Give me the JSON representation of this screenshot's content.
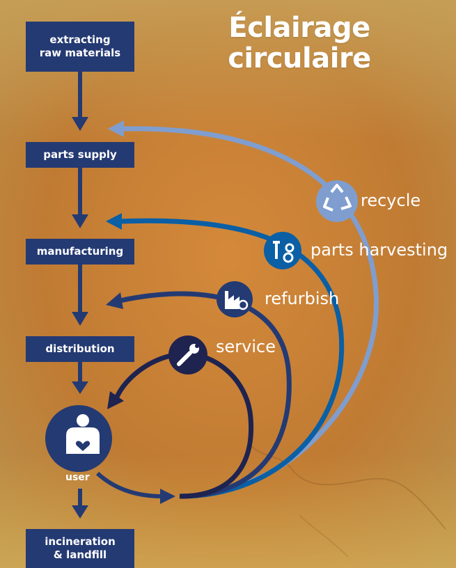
{
  "title": {
    "line1": "Éclairage",
    "line2": "circulaire"
  },
  "stages": {
    "extracting": "extracting raw materials",
    "extracting_line1": "extracting",
    "extracting_line2": "raw materials",
    "parts_supply": "parts supply",
    "manufacturing": "manufacturing",
    "distribution": "distribution",
    "user": "user",
    "incineration_line1": "incineration",
    "incineration_line2": "& landfill"
  },
  "loops": {
    "service": {
      "label": "service",
      "icon": "wrench-icon",
      "color": "#1e2350"
    },
    "refurbish": {
      "label": "refurbish",
      "icon": "factory-refresh-icon",
      "color": "#243a73"
    },
    "parts_harvesting": {
      "label": "parts harvesting",
      "icon": "tools-gear-icon",
      "color": "#0a5fa5"
    },
    "recycle": {
      "label": "recycle",
      "icon": "recycle-icon",
      "color": "#7f9ecf"
    }
  },
  "colors": {
    "box": "#243a73",
    "background": "#c98a3a"
  }
}
